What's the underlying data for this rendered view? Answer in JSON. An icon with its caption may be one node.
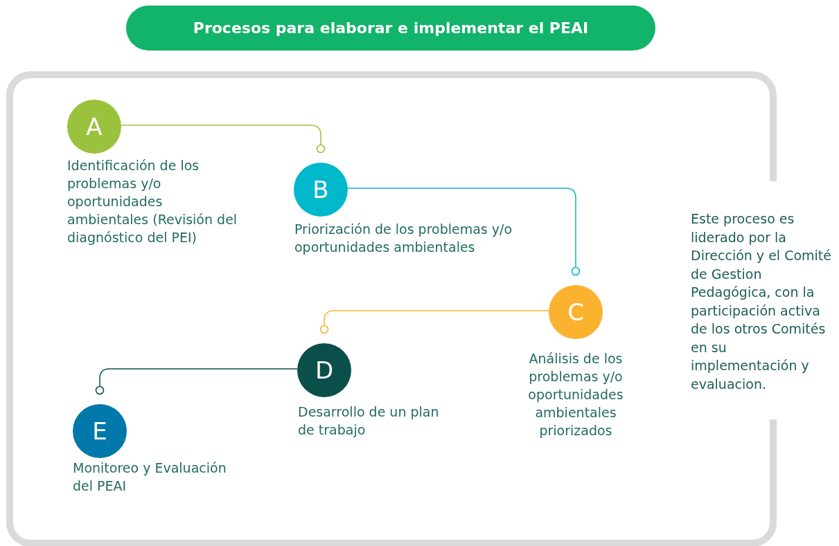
{
  "diagram": {
    "title": "Procesos para elaborar e implementar el PEAI",
    "nodes": [
      {
        "text": [
          "A"
        ],
        "beside": [
          "Identificación de los problemas y/o oportunidades ambientales (Revisión del diagnóstico del PEI)"
        ]
      },
      {
        "text": [
          "B"
        ],
        "beside": [
          "Priorización de los problemas y/o oportunidades ambientales"
        ]
      },
      {
        "text": [
          "C"
        ],
        "beside": [
          "Análisis de los problemas y/o oportunidades ambientales priorizados"
        ]
      },
      {
        "text": [
          "D"
        ],
        "beside": [
          "Desarrollo de un plan de trabajo"
        ]
      },
      {
        "text": [
          "E"
        ],
        "beside": [
          "Monitoreo y Evaluación del PEAI"
        ]
      }
    ],
    "edges": [
      {
        "from": 0,
        "to": 1,
        "arrow": "other",
        "color": "#9bc23c"
      },
      {
        "from": 1,
        "to": 2,
        "arrow": "other",
        "color": "#00b8cc"
      },
      {
        "from": 2,
        "to": 3,
        "arrow": "other",
        "color": "#fbb22f"
      },
      {
        "from": 3,
        "to": 4,
        "arrow": "other",
        "color": "#0b4f4a"
      }
    ],
    "labels": [
      "Este proceso es liderado por la Dirección y el Comité de Gestion Pedagógica, con la participación activa de los otros Comités en su implementación y evaluacion."
    ]
  }
}
